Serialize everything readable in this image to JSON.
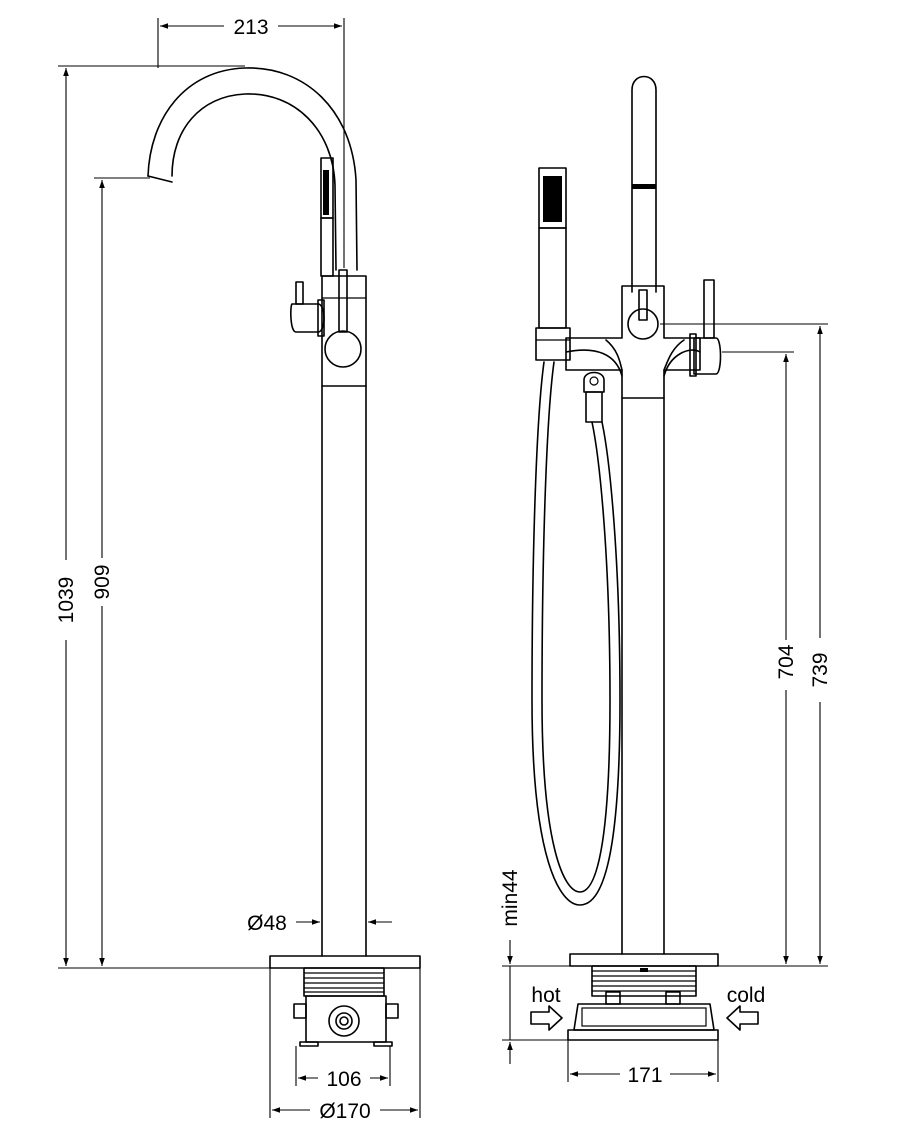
{
  "dimensions": {
    "spout_reach": "213",
    "total_height": "1039",
    "spout_height": "909",
    "pipe_diameter": "Ø48",
    "box_width": "106",
    "base_diameter": "Ø170",
    "min_depth": "min44",
    "base_width": "171",
    "handle_height_low": "704",
    "handle_height_high": "739"
  },
  "labels": {
    "hot": "hot",
    "cold": "cold"
  },
  "colors": {
    "line": "#000000",
    "background": "#ffffff"
  }
}
